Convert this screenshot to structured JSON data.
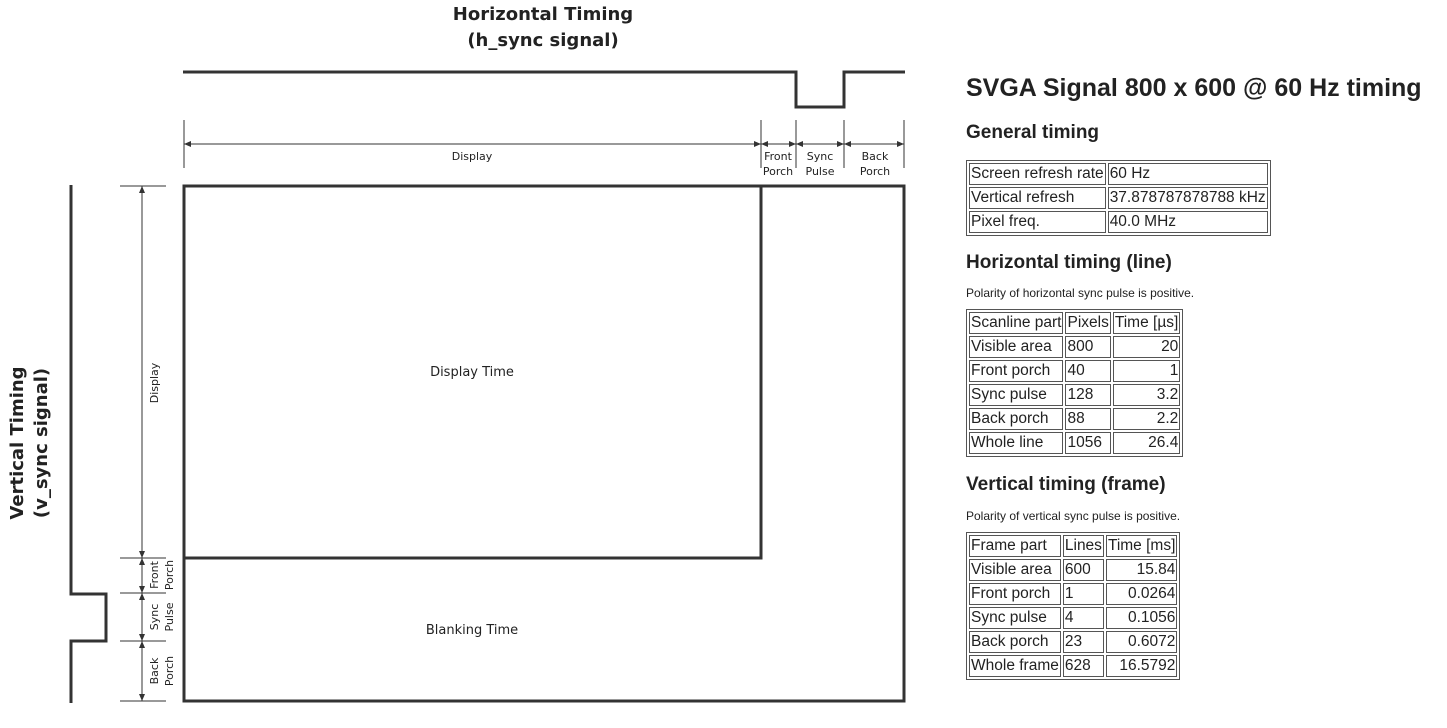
{
  "diagram": {
    "h_title_line1": "Horizontal Timing",
    "h_title_line2": "(h_sync signal)",
    "v_title_line1": "Vertical Timing",
    "v_title_line2": "(v_sync signal)",
    "h_labels": {
      "display": "Display",
      "front1": "Front",
      "front2": "Porch",
      "sync1": "Sync",
      "sync2": "Pulse",
      "back1": "Back",
      "back2": "Porch"
    },
    "v_labels": {
      "display": "Display",
      "front1": "Front",
      "front2": "Porch",
      "sync1": "Sync",
      "sync2": "Pulse",
      "back1": "Back",
      "back2": "Porch"
    },
    "display_time": "Display Time",
    "blanking_time": "Blanking Time"
  },
  "info": {
    "title": "SVGA Signal 800 x 600 @ 60 Hz timing",
    "general": {
      "heading": "General timing",
      "rows": [
        [
          "Screen refresh rate",
          "60 Hz"
        ],
        [
          "Vertical refresh",
          "37.878787878788 kHz"
        ],
        [
          "Pixel freq.",
          "40.0 MHz"
        ]
      ]
    },
    "horizontal": {
      "heading": "Horizontal timing (line)",
      "polarity": "Polarity of horizontal sync pulse is positive.",
      "header": [
        "Scanline part",
        "Pixels",
        "Time [µs]"
      ],
      "rows": [
        [
          "Visible area",
          "800",
          "20"
        ],
        [
          "Front porch",
          "40",
          "1"
        ],
        [
          "Sync pulse",
          "128",
          "3.2"
        ],
        [
          "Back porch",
          "88",
          "2.2"
        ],
        [
          "Whole line",
          "1056",
          "26.4"
        ]
      ]
    },
    "vertical": {
      "heading": "Vertical timing (frame)",
      "polarity": "Polarity of vertical sync pulse is positive.",
      "header": [
        "Frame part",
        "Lines",
        "Time [ms]"
      ],
      "rows": [
        [
          "Visible area",
          "600",
          "15.84"
        ],
        [
          "Front porch",
          "1",
          "0.0264"
        ],
        [
          "Sync pulse",
          "4",
          "0.1056"
        ],
        [
          "Back porch",
          "23",
          "0.6072"
        ],
        [
          "Whole frame",
          "628",
          "16.5792"
        ]
      ]
    }
  }
}
